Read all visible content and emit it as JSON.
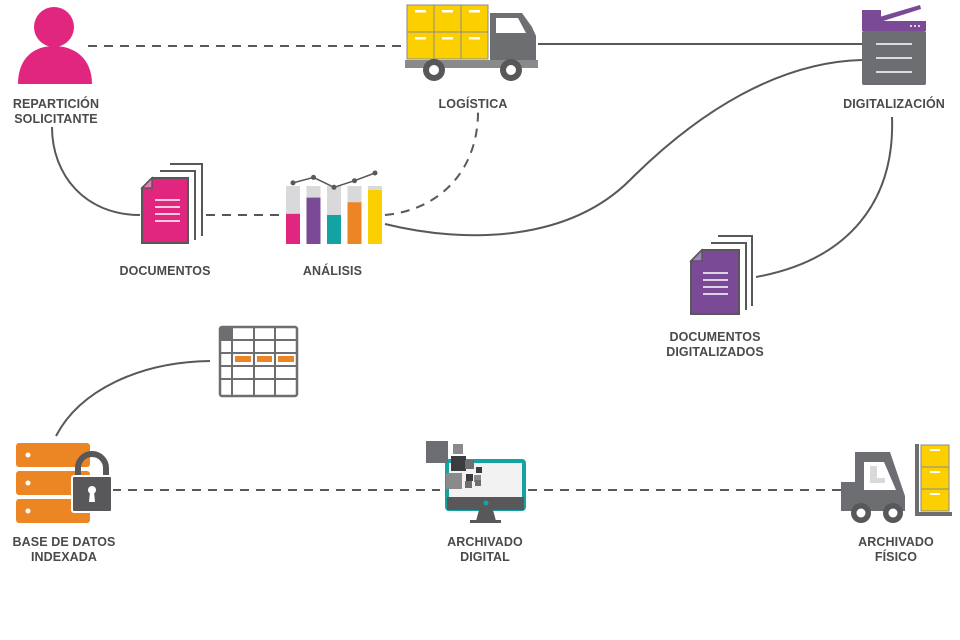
{
  "title": "Flujo de gestión documental",
  "colors": {
    "pink": "#e1267f",
    "purple": "#7a4a96",
    "teal": "#14a3a3",
    "orange": "#ec8624",
    "yellow": "#fcd000",
    "gray_dark": "#58585b",
    "gray_mid": "#6d6e71",
    "gray_light": "#d9d9dc",
    "line": "#58585b",
    "text": "#4a4a4d"
  },
  "nodes": {
    "reparticion": {
      "line1": "REPARTICIÓN",
      "line2": "SOLICITANTE",
      "icon": "person-icon"
    },
    "logistica": {
      "line1": "LOGÍSTICA",
      "icon": "truck-icon"
    },
    "digitalizacion": {
      "line1": "DIGITALIZACIÓN",
      "icon": "scanner-icon"
    },
    "documentos": {
      "line1": "DOCUMENTOS",
      "icon": "documents-icon"
    },
    "analisis": {
      "line1": "ANÁLISIS",
      "icon": "bar-chart-icon"
    },
    "documentos_digitalizados": {
      "line1": "DOCUMENTOS",
      "line2": "DIGITALIZADOS",
      "icon": "digital-documents-icon"
    },
    "indice": {
      "icon": "spreadsheet-icon"
    },
    "base_datos": {
      "line1": "BASE DE DATOS",
      "line2": "INDEXADA",
      "icon": "locked-database-icon"
    },
    "archivado_digital": {
      "line1": "ARCHIVADO",
      "line2": "DIGITAL",
      "icon": "monitor-icon"
    },
    "archivado_fisico": {
      "line1": "ARCHIVADO",
      "line2": "FÍSICO",
      "icon": "forklift-icon"
    }
  },
  "connections": [
    {
      "from": "reparticion",
      "to": "logistica",
      "style": "dashed"
    },
    {
      "from": "logistica",
      "to": "digitalizacion",
      "style": "solid"
    },
    {
      "from": "reparticion",
      "to": "documentos",
      "style": "solid"
    },
    {
      "from": "documentos",
      "to": "analisis",
      "style": "dashed"
    },
    {
      "from": "analisis",
      "to": "logistica",
      "style": "dashed"
    },
    {
      "from": "analisis",
      "to": "digitalizacion",
      "style": "solid"
    },
    {
      "from": "digitalizacion",
      "to": "documentos_digitalizados",
      "style": "solid"
    },
    {
      "from": "indice",
      "to": "base_datos",
      "style": "solid"
    },
    {
      "from": "base_datos",
      "to": "archivado_digital",
      "style": "dashed"
    },
    {
      "from": "archivado_digital",
      "to": "archivado_fisico",
      "style": "dashed"
    }
  ],
  "analisis_chart": {
    "bar_fill_fraction": [
      0.52,
      0.8,
      0.5,
      0.72,
      0.93
    ],
    "trend_points": [
      0.55,
      0.8,
      0.35,
      0.65,
      1.0
    ]
  }
}
